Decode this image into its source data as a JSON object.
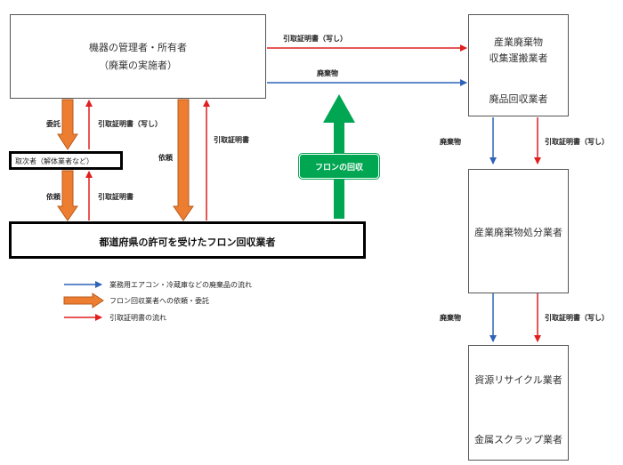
{
  "nodes": {
    "owner": {
      "line1": "機器の管理者・所有者",
      "line2": "（廃棄の実施者）"
    },
    "collector": {
      "line1": "産業廃棄物",
      "line2": "収集運搬業者",
      "line3": "廃品回収業者"
    },
    "intermediary": {
      "label": "取次者（解体業者など）"
    },
    "freon_operator": {
      "label": "都道府県の許可を受けたフロン回収業者"
    },
    "disposal": {
      "label": "産業廃棄物処分業者"
    },
    "recycler": {
      "line1": "資源リサイクル業者",
      "line2": "金属スクラップ業者"
    }
  },
  "edges": {
    "owner_to_collector_cert": "引取証明書（写し）",
    "owner_to_collector_waste": "廃棄物",
    "consign": "委託",
    "cert_copy_intermediary": "引取証明書（写し）",
    "request_direct": "依頼",
    "cert_direct": "引取証明書",
    "request_intermediary": "依頼",
    "cert_intermediary": "引取証明書",
    "freon_recovery": "フロンの回収",
    "collector_to_disposal_waste": "廃棄物",
    "collector_to_disposal_cert": "引取証明書（写し）",
    "disposal_to_recycler_waste": "廃棄物",
    "disposal_to_recycler_cert": "引取証明書（写し）"
  },
  "legend": {
    "blue": "業務用エアコン・冷蔵庫などの廃棄品の流れ",
    "orange": "フロン回収業者への依頼・委託",
    "red": "引取証明書の流れ"
  },
  "colors": {
    "blue": "#2e63b8",
    "orange": "#ed7d31",
    "orange_stroke": "#b85c1c",
    "red": "#e01f1f",
    "green": "#00a651"
  }
}
